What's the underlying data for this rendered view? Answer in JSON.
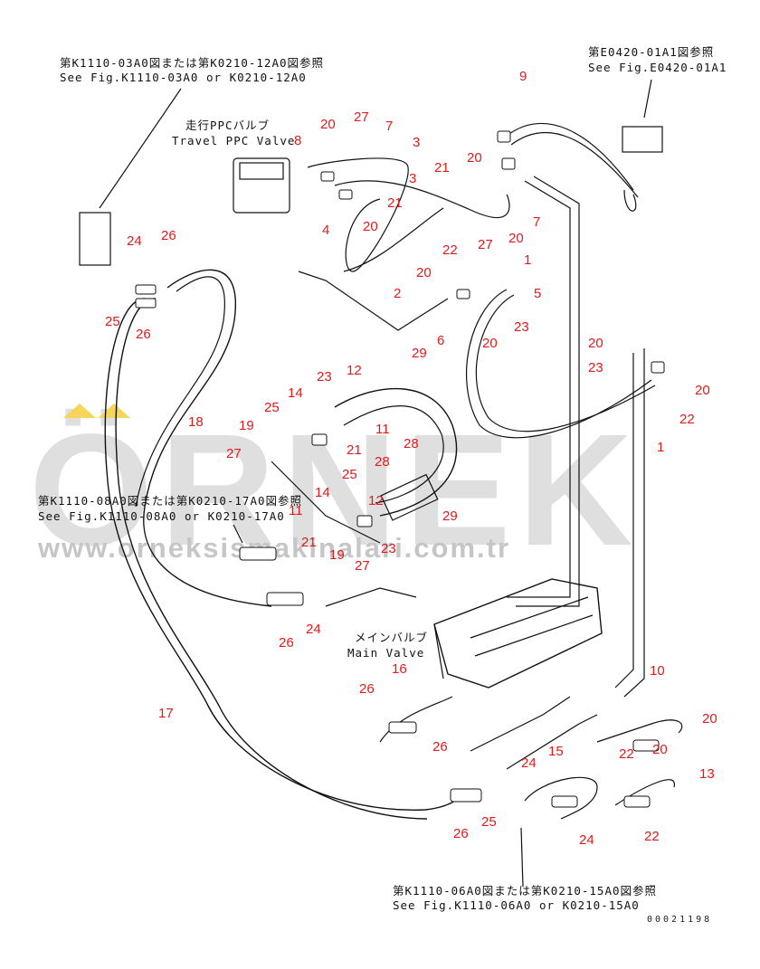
{
  "references": {
    "top_left_jp": "第K1110-03A0図または第K0210-12A0図参照",
    "top_left_en": "See Fig.K1110-03A0 or K0210-12A0",
    "top_right_jp": "第E0420-01A1図参照",
    "top_right_en": "See Fig.E0420-01A1",
    "mid_left_jp": "第K1110-08A0図または第K0210-17A0図参照",
    "mid_left_en": "See Fig.K1110-08A0 or K0210-17A0",
    "bottom_jp": "第K1110-06A0図または第K0210-15A0図参照",
    "bottom_en": "See Fig.K1110-06A0 or K0210-15A0"
  },
  "components": {
    "travel_ppc_jp": "走行PPCバルブ",
    "travel_ppc_en": "Travel PPC Valve",
    "main_valve_jp": "メインバルブ",
    "main_valve_en": "Main Valve"
  },
  "watermark": {
    "word": "ÖRNEK",
    "url": "www.orneksismakinalari.com.tr"
  },
  "drawing_id": "00021198",
  "part_numbers": [
    "9",
    "20",
    "27",
    "7",
    "3",
    "8",
    "3",
    "21",
    "20",
    "4",
    "21",
    "20",
    "7",
    "27",
    "20",
    "24",
    "26",
    "1",
    "22",
    "20",
    "5",
    "2",
    "6",
    "20",
    "23",
    "25",
    "26",
    "29",
    "23",
    "12",
    "20",
    "14",
    "23",
    "20",
    "25",
    "22",
    "18",
    "11",
    "19",
    "21",
    "28",
    "1",
    "27",
    "25",
    "11",
    "28",
    "14",
    "12",
    "29",
    "21",
    "19",
    "23",
    "27",
    "24",
    "26",
    "16",
    "10",
    "26",
    "20",
    "26",
    "17",
    "15",
    "24",
    "22",
    "20",
    "13",
    "25",
    "26",
    "24",
    "22"
  ],
  "colors": {
    "ink": "#111111",
    "callout": "#e01b1b",
    "watermark": "#d9d9d9",
    "accent": "#f5d55a"
  }
}
